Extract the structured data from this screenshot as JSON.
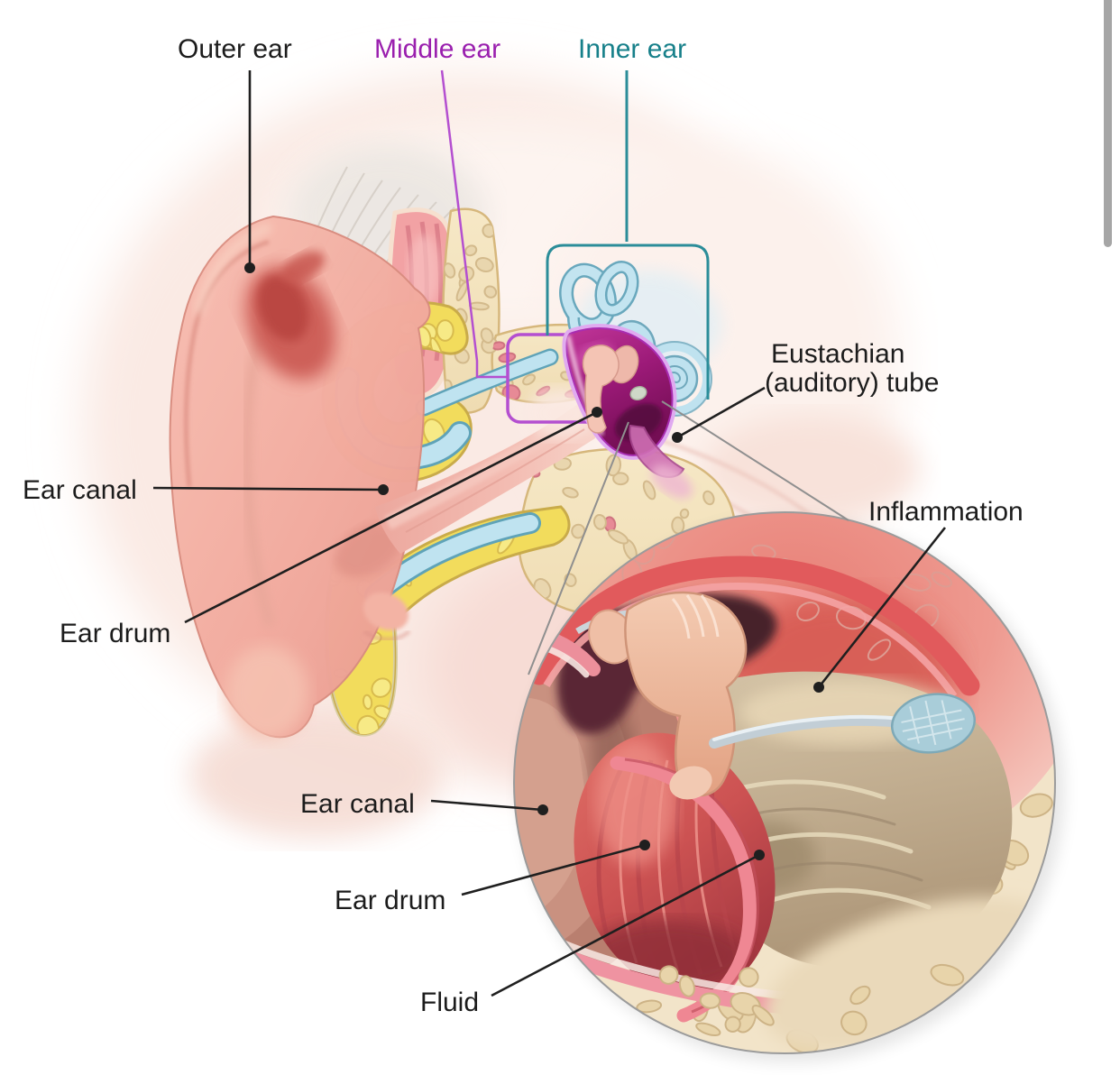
{
  "labels": {
    "outer_ear": "Outer ear",
    "middle_ear": "Middle ear",
    "inner_ear": "Inner ear",
    "eustachian_line1": "Eustachian",
    "eustachian_line2": "(auditory) tube",
    "ear_canal_main": "Ear canal",
    "ear_drum_main": "Ear drum",
    "inflammation": "Inflammation",
    "ear_canal_inset": "Ear canal",
    "ear_drum_inset": "Ear drum",
    "fluid": "Fluid"
  },
  "colors": {
    "label_text": "#1c1c1c",
    "middle_ear_label": "#9a1fae",
    "inner_ear_label": "#17808a",
    "middle_ear_box": "#b44fd0",
    "inner_ear_bracket": "#2b8d99",
    "leader_line": "#1f1f1f",
    "magnifier_line": "#8f8f8f",
    "inset_border": "#9b9b9b",
    "scrollbar_thumb": "#a6a6a6",
    "background": "#ffffff"
  }
}
